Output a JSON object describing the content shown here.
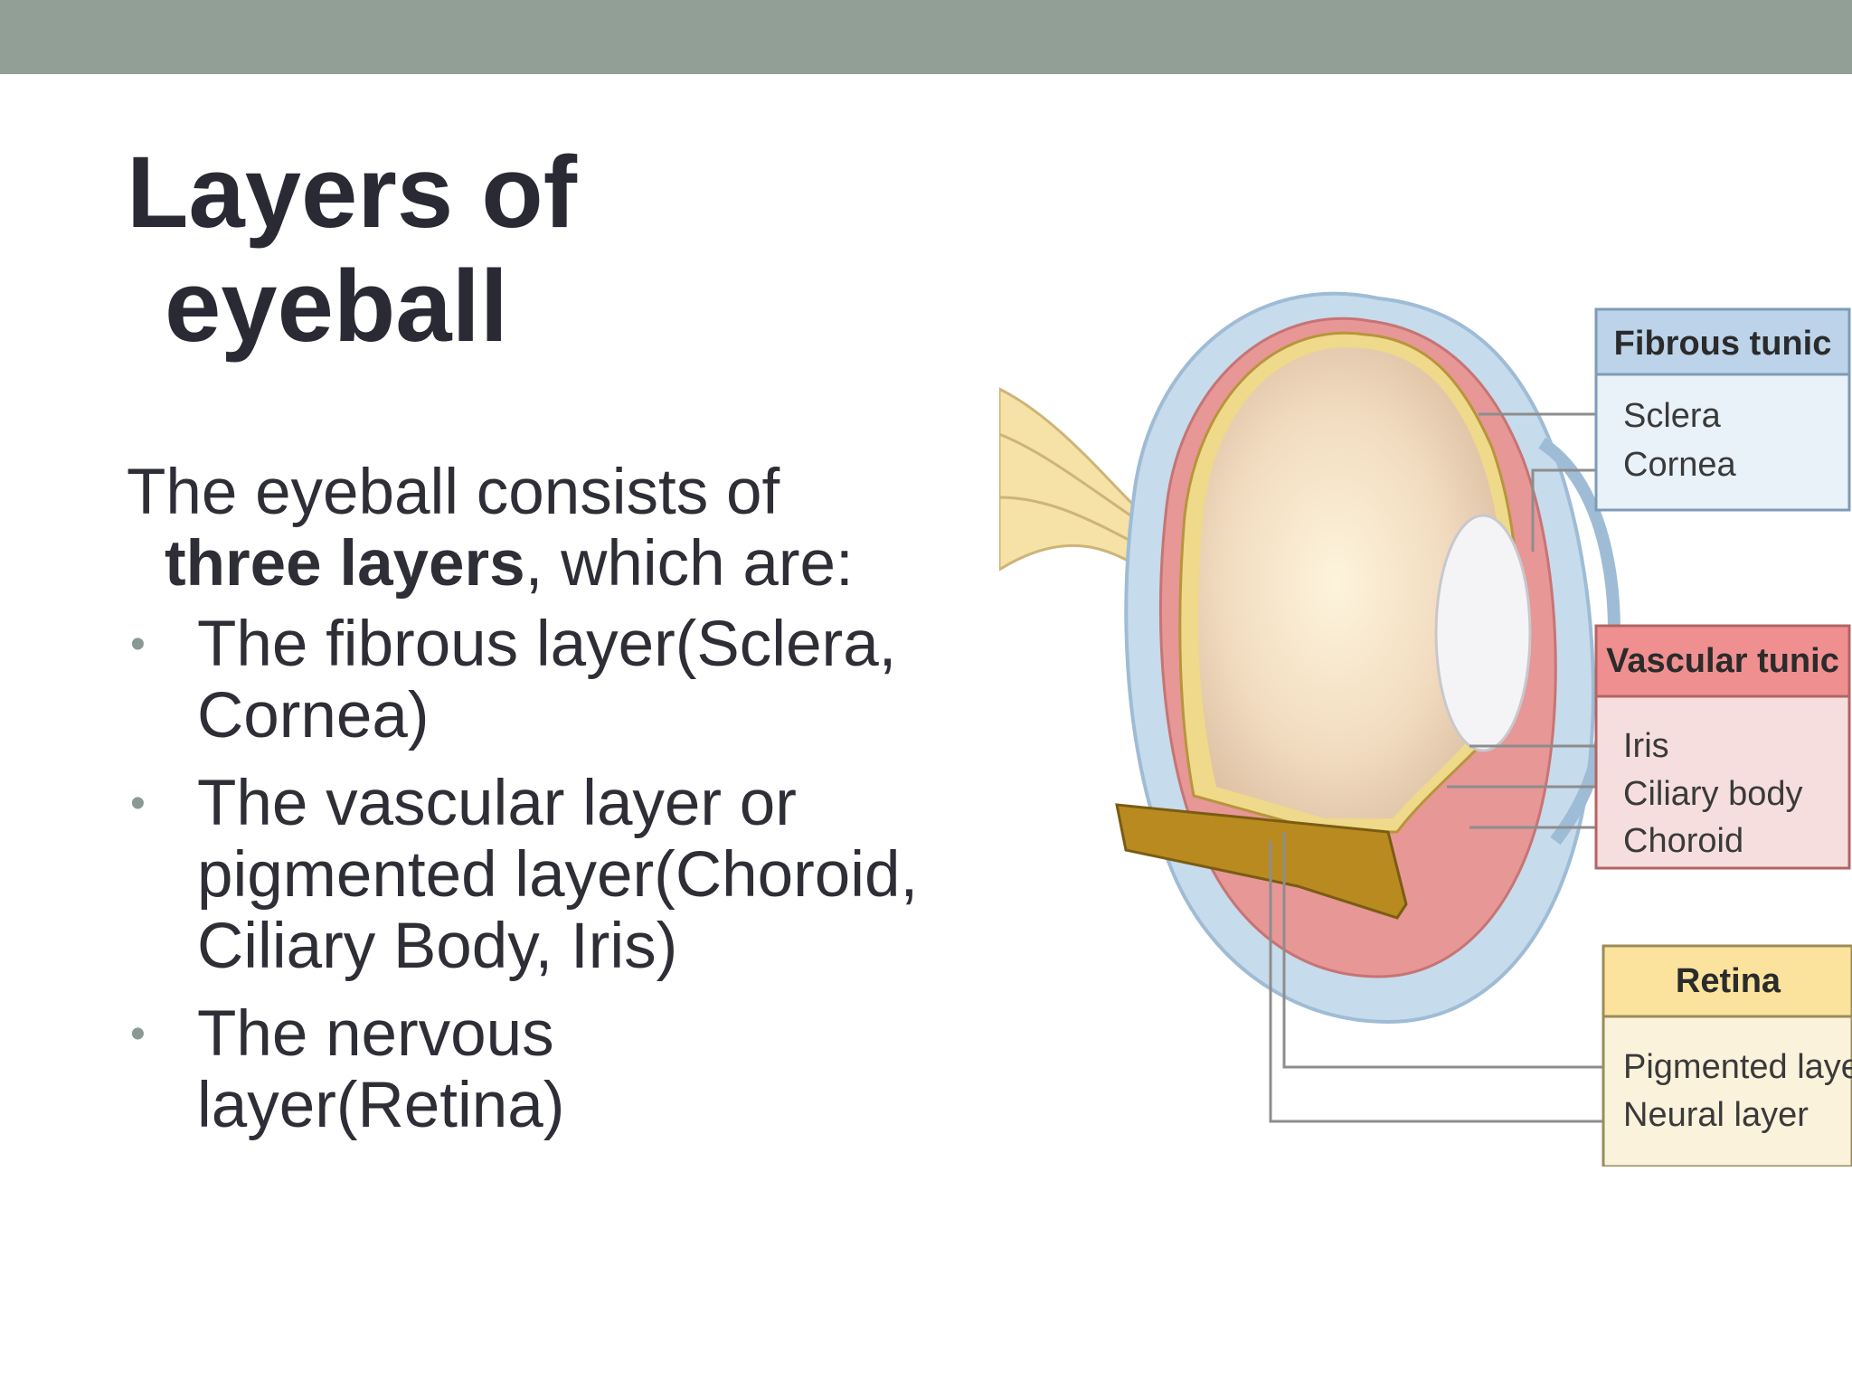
{
  "slide": {
    "title_line1": "Layers of",
    "title_line2": "eyeball",
    "intro_line1": "The eyeball consists of",
    "intro_bold": "three layers",
    "intro_rest": ", which are:",
    "bullets": [
      {
        "line1": "The fibrous layer(Sclera,",
        "line2": "Cornea)"
      },
      {
        "line1": "The vascular layer or",
        "line2": "pigmented layer(Choroid,",
        "line3": "Ciliary Body, Iris)"
      },
      {
        "line1": "The nervous",
        "line2": "layer(Retina)"
      }
    ],
    "bullet_symbol": "•"
  },
  "diagram": {
    "fibrous": {
      "header": "Fibrous tunic",
      "items": [
        "Sclera",
        "Cornea"
      ]
    },
    "vascular": {
      "header": "Vascular tunic",
      "items": [
        "Iris",
        "Ciliary body",
        "Choroid"
      ]
    },
    "retina": {
      "header": "Retina",
      "items": [
        "Pigmented layer",
        "Neural layer"
      ]
    }
  },
  "colors": {
    "top_bar": "#919f96",
    "title": "#2a2a35",
    "fibrous_header": "#bcd3ea",
    "vascular_header": "#f08f90",
    "retina_header": "#fbe39e"
  }
}
